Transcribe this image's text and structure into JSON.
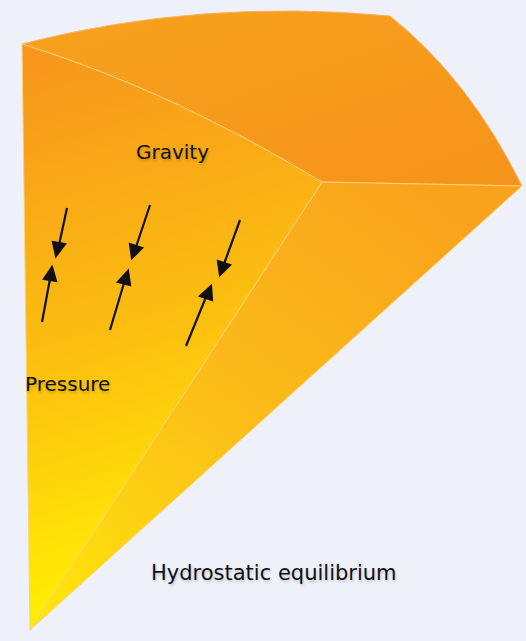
{
  "diagram": {
    "labels": [
      "Gravity",
      "Pressure",
      "Hydrostatic equilibrium"
    ]
  }
}
